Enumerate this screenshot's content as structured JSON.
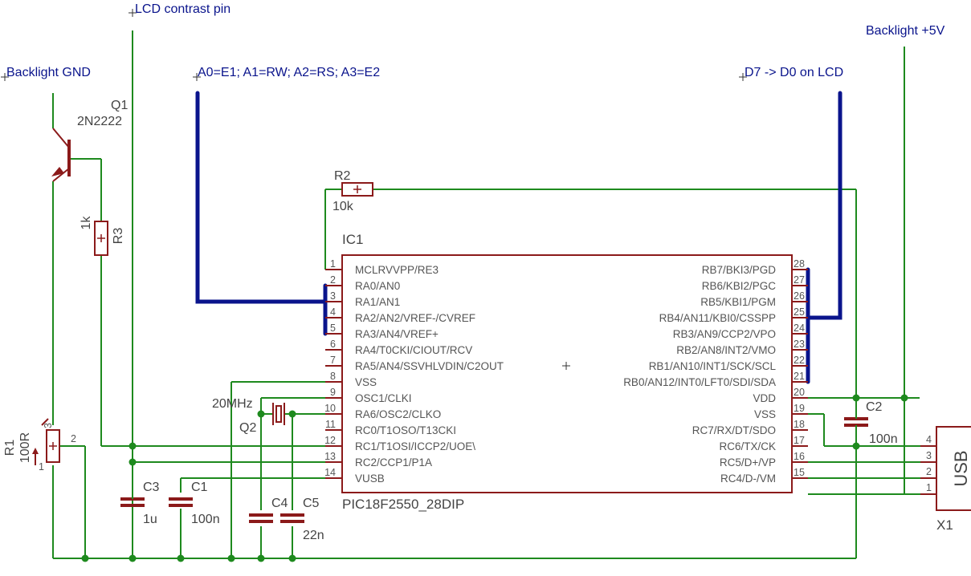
{
  "nets": {
    "lcd_contrast": "LCD contrast pin",
    "backlight_gnd": "Backlight GND",
    "bus_a": "A0=E1; A1=RW; A2=RS; A3=E2",
    "bus_d": "D7 -> D0 on LCD",
    "backlight_5v": "Backlight +5V"
  },
  "parts": {
    "q1_name": "Q1",
    "q1_value": "2N2222",
    "r1_name": "R1",
    "r1_value": "100R",
    "r1_pin1": "1",
    "r1_pin2": "2",
    "r1_pin3": "3",
    "r2_name": "R2",
    "r2_value": "10k",
    "r3_name": "R3",
    "r3_value": "1k",
    "c1_name": "C1",
    "c1_value": "100n",
    "c2_name": "C2",
    "c2_value": "100n",
    "c3_name": "C3",
    "c3_value": "1u",
    "c4_name": "C4",
    "c5_name": "C5",
    "c45_value": "22n",
    "q2_name": "Q2",
    "q2_value": "20MHz",
    "x1_name": "X1",
    "x1_value": "USB",
    "ic1_name": "IC1",
    "ic1_value": "PIC18F2550_28DIP"
  },
  "ic_left_pins": [
    {
      "num": "1",
      "name": "MCLRVVPP/RE3"
    },
    {
      "num": "2",
      "name": "RA0/AN0"
    },
    {
      "num": "3",
      "name": "RA1/AN1"
    },
    {
      "num": "4",
      "name": "RA2/AN2/VREF-/CVREF"
    },
    {
      "num": "5",
      "name": "RA3/AN4/VREF+"
    },
    {
      "num": "6",
      "name": "RA4/T0CKI/CIOUT/RCV"
    },
    {
      "num": "7",
      "name": "RA5/AN4/SSVHLVDIN/C2OUT"
    },
    {
      "num": "8",
      "name": "VSS"
    },
    {
      "num": "9",
      "name": "OSC1/CLKI"
    },
    {
      "num": "10",
      "name": "RA6/OSC2/CLKO"
    },
    {
      "num": "11",
      "name": "RC0/T1OSO/T13CKI"
    },
    {
      "num": "12",
      "name": "RC1/T1OSI/ICCP2/UOE\\"
    },
    {
      "num": "13",
      "name": "RC2/CCP1/P1A"
    },
    {
      "num": "14",
      "name": "VUSB"
    }
  ],
  "ic_right_pins": [
    {
      "num": "28",
      "name": "RB7/BKI3/PGD"
    },
    {
      "num": "27",
      "name": "RB6/KBI2/PGC"
    },
    {
      "num": "26",
      "name": "RB5/KBI1/PGM"
    },
    {
      "num": "25",
      "name": "RB4/AN11/KBI0/CSSPP"
    },
    {
      "num": "24",
      "name": "RB3/AN9/CCP2/VPO"
    },
    {
      "num": "23",
      "name": "RB2/AN8/INT2/VMO"
    },
    {
      "num": "22",
      "name": "RB1/AN10/INT1/SCK/SCL"
    },
    {
      "num": "21",
      "name": "RB0/AN12/INT0/LFT0/SDI/SDA"
    },
    {
      "num": "20",
      "name": "VDD"
    },
    {
      "num": "19",
      "name": "VSS"
    },
    {
      "num": "18",
      "name": "RC7/RX/DT/SDO"
    },
    {
      "num": "17",
      "name": "RC6/TX/CK"
    },
    {
      "num": "16",
      "name": "RC5/D+/VP"
    },
    {
      "num": "15",
      "name": "RC4/D-/VM"
    }
  ],
  "usb_pins": [
    "4",
    "3",
    "2",
    "1"
  ]
}
